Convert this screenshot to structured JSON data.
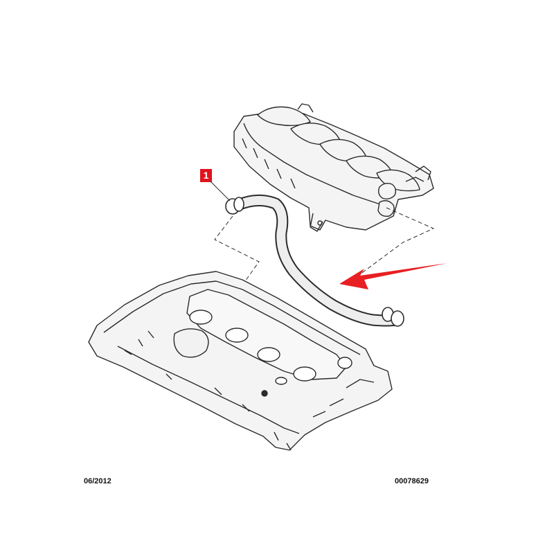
{
  "callout": {
    "label": "1",
    "color": "#e0141e"
  },
  "arrow": {
    "color": "#e81f23"
  },
  "footer": {
    "date": "06/2012",
    "reference": "00078629"
  }
}
